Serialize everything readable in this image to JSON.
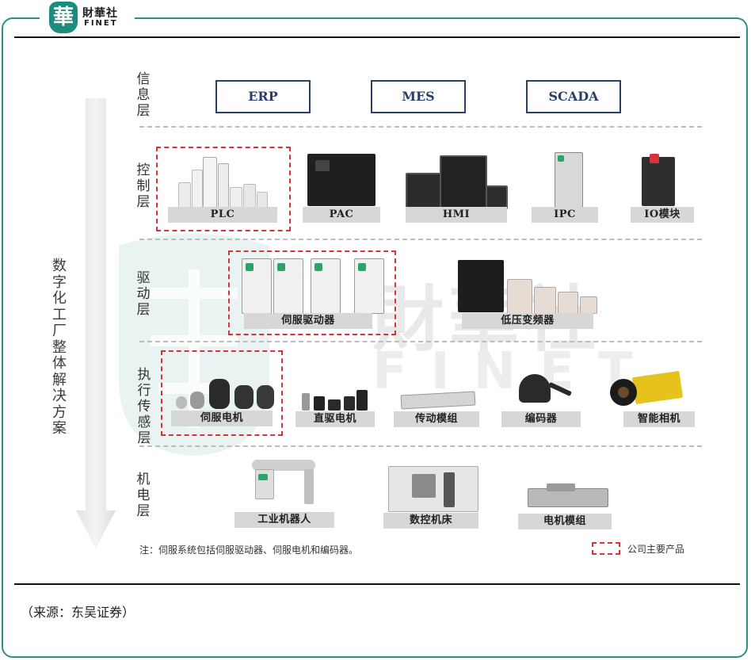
{
  "brand": {
    "badge_char": "華",
    "name_cn": "財華社",
    "name_en": "FINET"
  },
  "watermark": {
    "cn": "財華社",
    "en": "FINET"
  },
  "title_vertical": "数字化工厂整体解决方案",
  "layers": [
    {
      "label": "信息层"
    },
    {
      "label": "控制层"
    },
    {
      "label": "驱动层"
    },
    {
      "label": "执行传感层"
    },
    {
      "label": "机电层"
    }
  ],
  "info_systems": [
    "ERP",
    "MES",
    "SCADA"
  ],
  "control_products": [
    "PLC",
    "PAC",
    "HMI",
    "IPC",
    "IO模块"
  ],
  "drive_products": [
    "伺服驱动器",
    "低压变频器"
  ],
  "actuator_products": [
    "伺服电机",
    "直驱电机",
    "传动模组",
    "编码器",
    "智能相机"
  ],
  "mechatronic_products": [
    "工业机器人",
    "数控机床",
    "电机模组"
  ],
  "note": "注：伺服系统包括伺服驱动器、伺服电机和编码器。",
  "legend_label": "公司主要产品",
  "source": "（来源：东吴证券）",
  "colors": {
    "accent": "#2e8f84",
    "highlight": "#d8323a",
    "system_box": "#2b3f66"
  }
}
